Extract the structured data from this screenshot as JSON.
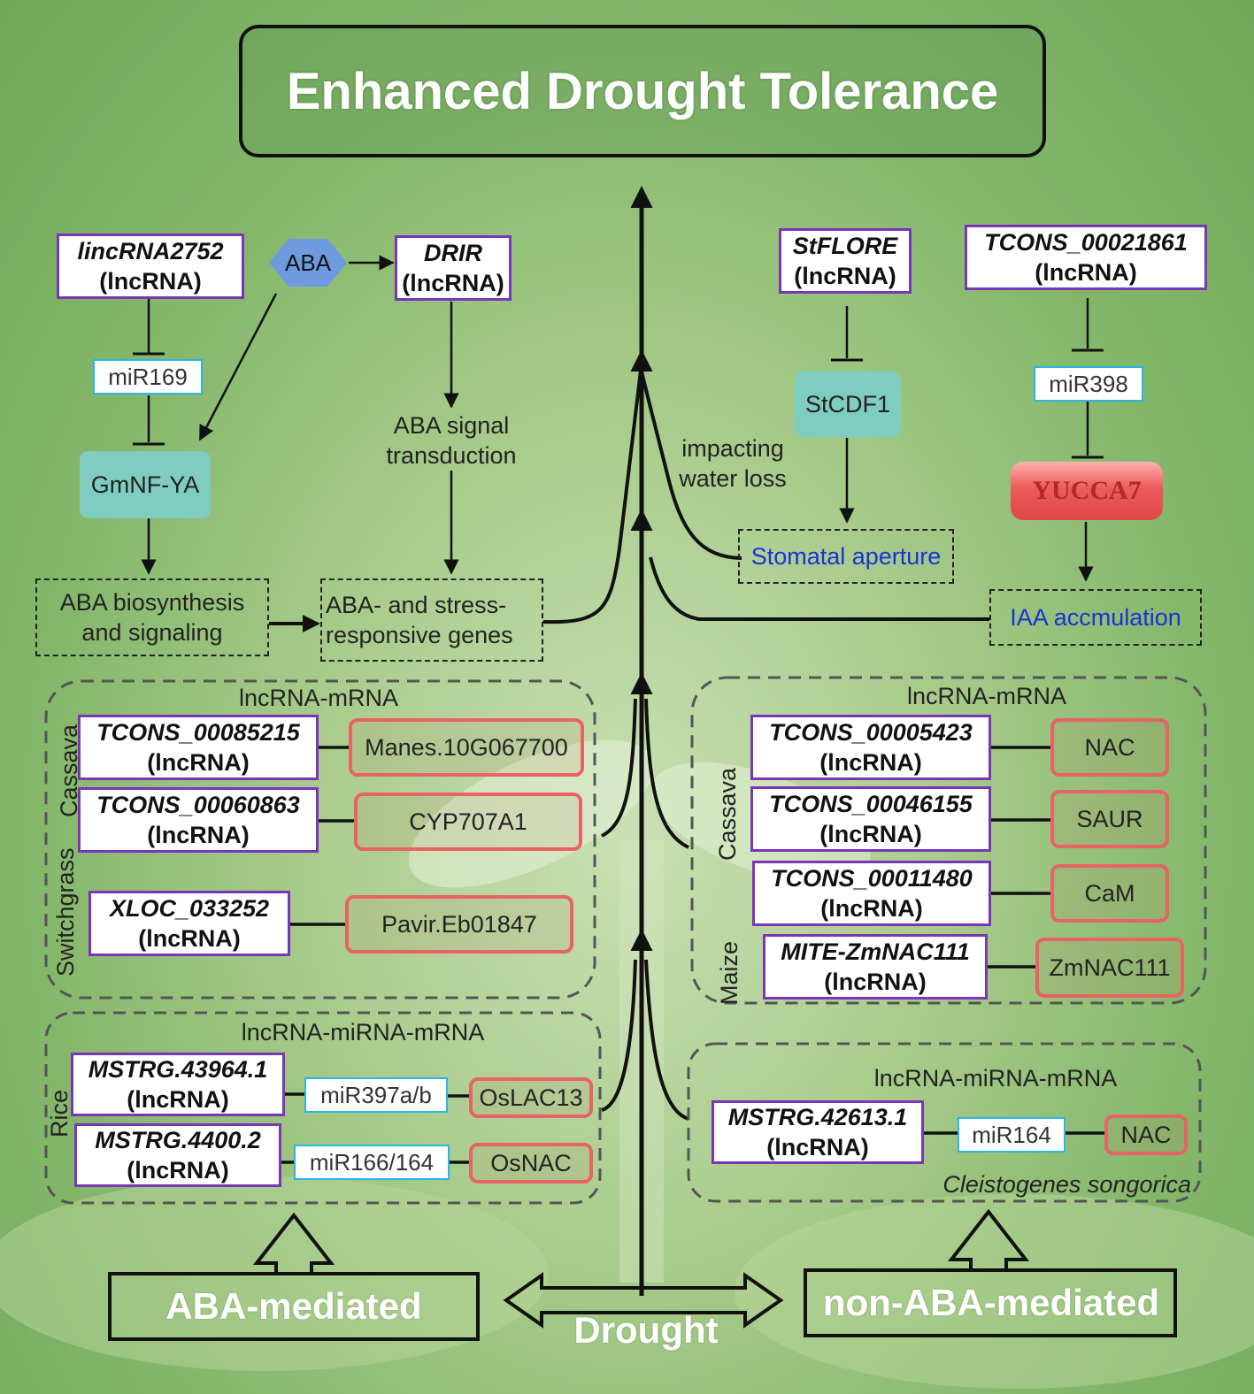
{
  "title": "Enhanced Drought Tolerance",
  "left_pathway": {
    "lincrna2752": {
      "name": "lincRNA2752",
      "type": "(lncRNA)"
    },
    "aba": "ABA",
    "drir": {
      "name": "DRIR",
      "type": "(lncRNA)"
    },
    "mir169": "miR169",
    "gmnf_ya": "GmNF-YA",
    "aba_signal": [
      "ABA signal",
      "transduction"
    ],
    "aba_biosynthesis": [
      "ABA biosynthesis",
      "and signaling"
    ],
    "aba_stress": [
      "ABA- and stress-",
      "responsive genes"
    ]
  },
  "right_pathway": {
    "stflore": {
      "name": "StFLORE",
      "type": "(lncRNA)"
    },
    "tcons_21861": {
      "name": "TCONS_00021861",
      "type": "(lncRNA)"
    },
    "stcdf1": "StCDF1",
    "mir398": "miR398",
    "yucca7": "YUCCA7",
    "impacting": [
      "impacting",
      "water loss"
    ],
    "stomatal": "Stomatal aperture",
    "iaa": "IAA accmulation"
  },
  "left_lnc_mrna": {
    "heading": "lncRNA-mRNA",
    "group_labels": [
      "Cassava",
      "Switchgrass"
    ],
    "pairs": [
      {
        "lnc": "TCONS_00085215",
        "type": "(lncRNA)",
        "gene": "Manes.10G067700"
      },
      {
        "lnc": "TCONS_00060863",
        "type": "(lncRNA)",
        "gene": "CYP707A1"
      },
      {
        "lnc": "XLOC_033252",
        "type": "(lncRNA)",
        "gene": "Pavir.Eb01847"
      }
    ]
  },
  "left_lnc_mirna": {
    "heading": "lncRNA-miRNA-mRNA",
    "group_label": "Rice",
    "rows": [
      {
        "lnc": "MSTRG.43964.1",
        "type": "(lncRNA)",
        "mirna": "miR397a/b",
        "gene": "OsLAC13"
      },
      {
        "lnc": "MSTRG.4400.2",
        "type": "(lncRNA)",
        "mirna": "miR166/164",
        "gene": "OsNAC"
      }
    ]
  },
  "right_lnc_mrna": {
    "heading": "lncRNA-mRNA",
    "group_labels": [
      "Cassava",
      "Maize"
    ],
    "pairs": [
      {
        "lnc": "TCONS_00005423",
        "type": "(lncRNA)",
        "gene": "NAC"
      },
      {
        "lnc": "TCONS_00046155",
        "type": "(lncRNA)",
        "gene": "SAUR"
      },
      {
        "lnc": "TCONS_00011480",
        "type": "(lncRNA)",
        "gene": "CaM"
      },
      {
        "lnc": "MITE-ZmNAC111",
        "type": "(lncRNA)",
        "gene": "ZmNAC111"
      }
    ]
  },
  "right_lnc_mirna": {
    "heading": "lncRNA-miRNA-mRNA",
    "row": {
      "lnc": "MSTRG.42613.1",
      "type": "(lncRNA)",
      "mirna": "miR164",
      "gene": "NAC"
    },
    "species": "Cleistogenes songorica"
  },
  "bottom": {
    "aba_mediated": "ABA-mediated",
    "non_aba_mediated": "non-ABA-mediated",
    "drought": "Drought"
  },
  "colors": {
    "lncrna_border": "#7b35b8",
    "mirna_border": "#29b6e8",
    "gene_border": "#e86464",
    "teal": "#7ecdc0",
    "aba_hex": "#6e9be0",
    "yucca": "#ec5b5b"
  }
}
